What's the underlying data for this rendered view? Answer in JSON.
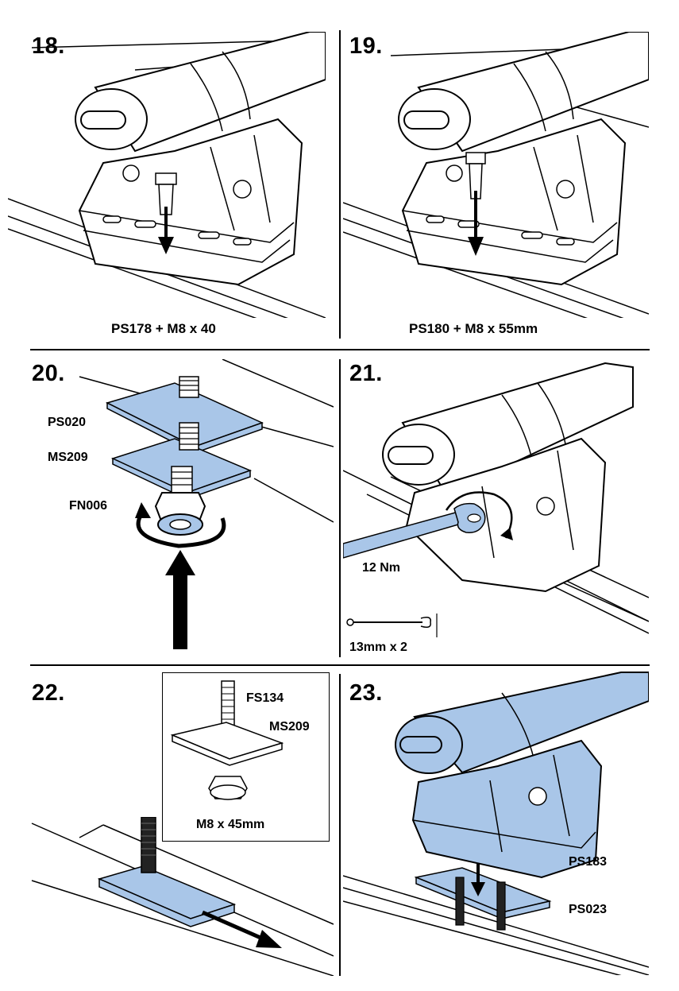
{
  "colors": {
    "accent_blue": "#a9c6e8",
    "ink": "#000000",
    "paper": "#ffffff"
  },
  "steps": [
    {
      "number": "18.",
      "caption": "PS178 + M8 x 40"
    },
    {
      "number": "19.",
      "caption": "PS180 + M8 x 55mm"
    },
    {
      "number": "20.",
      "parts": [
        "PS020",
        "MS209",
        "FN006"
      ]
    },
    {
      "number": "21.",
      "torque": "12 Nm",
      "tool": "13mm x 2"
    },
    {
      "number": "22.",
      "inset_parts": [
        "FS134",
        "MS209"
      ],
      "inset_caption": "M8 x 45mm"
    },
    {
      "number": "23.",
      "parts": [
        "PS183",
        "PS023"
      ]
    }
  ]
}
